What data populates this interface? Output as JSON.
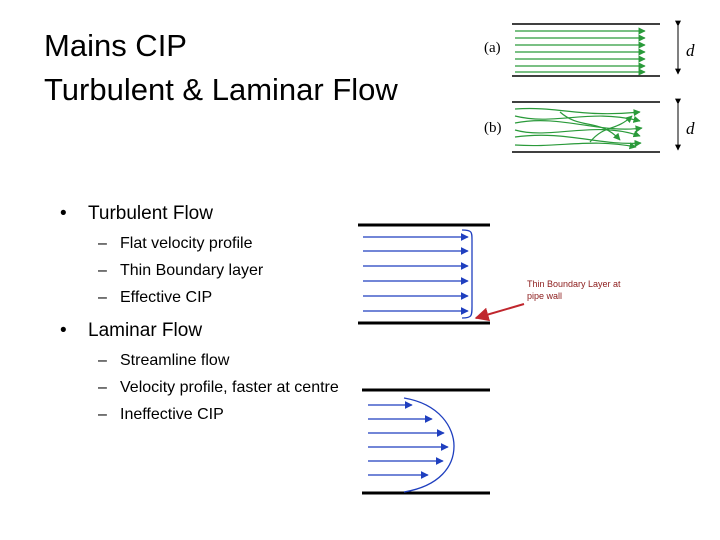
{
  "slide": {
    "title_line1": "Mains CIP",
    "title_line2": "Turbulent & Laminar Flow"
  },
  "bullets": [
    {
      "label": "Turbulent Flow",
      "subitems": [
        "Flat velocity profile",
        "Thin Boundary layer",
        "Effective CIP"
      ]
    },
    {
      "label": "Laminar Flow",
      "subitems": [
        "Streamline flow",
        "Velocity profile, faster at centre",
        "Ineffective CIP"
      ]
    }
  ],
  "figure": {
    "label_a": "(a)",
    "label_b": "(b)",
    "label_d": "d",
    "annotation": "Thin Boundary Layer at pipe wall"
  },
  "colors": {
    "flow_green": "#2a9a3a",
    "arrow_blue": "#1f3fbf",
    "annotation_red": "#c0262d"
  }
}
